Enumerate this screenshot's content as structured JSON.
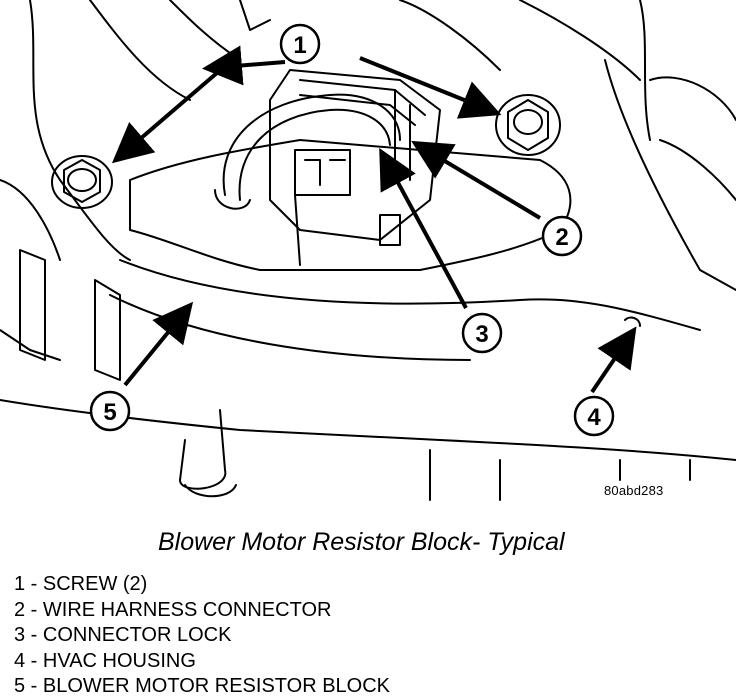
{
  "figure": {
    "id_label": "80abd283",
    "caption": "Blower Motor Resistor Block- Typical",
    "callouts": [
      "1",
      "2",
      "3",
      "4",
      "5"
    ]
  },
  "legend": [
    "1 - SCREW (2)",
    "2 - WIRE HARNESS CONNECTOR",
    "3 - CONNECTOR LOCK",
    "4 - HVAC HOUSING",
    "5 - BLOWER MOTOR RESISTOR BLOCK"
  ]
}
